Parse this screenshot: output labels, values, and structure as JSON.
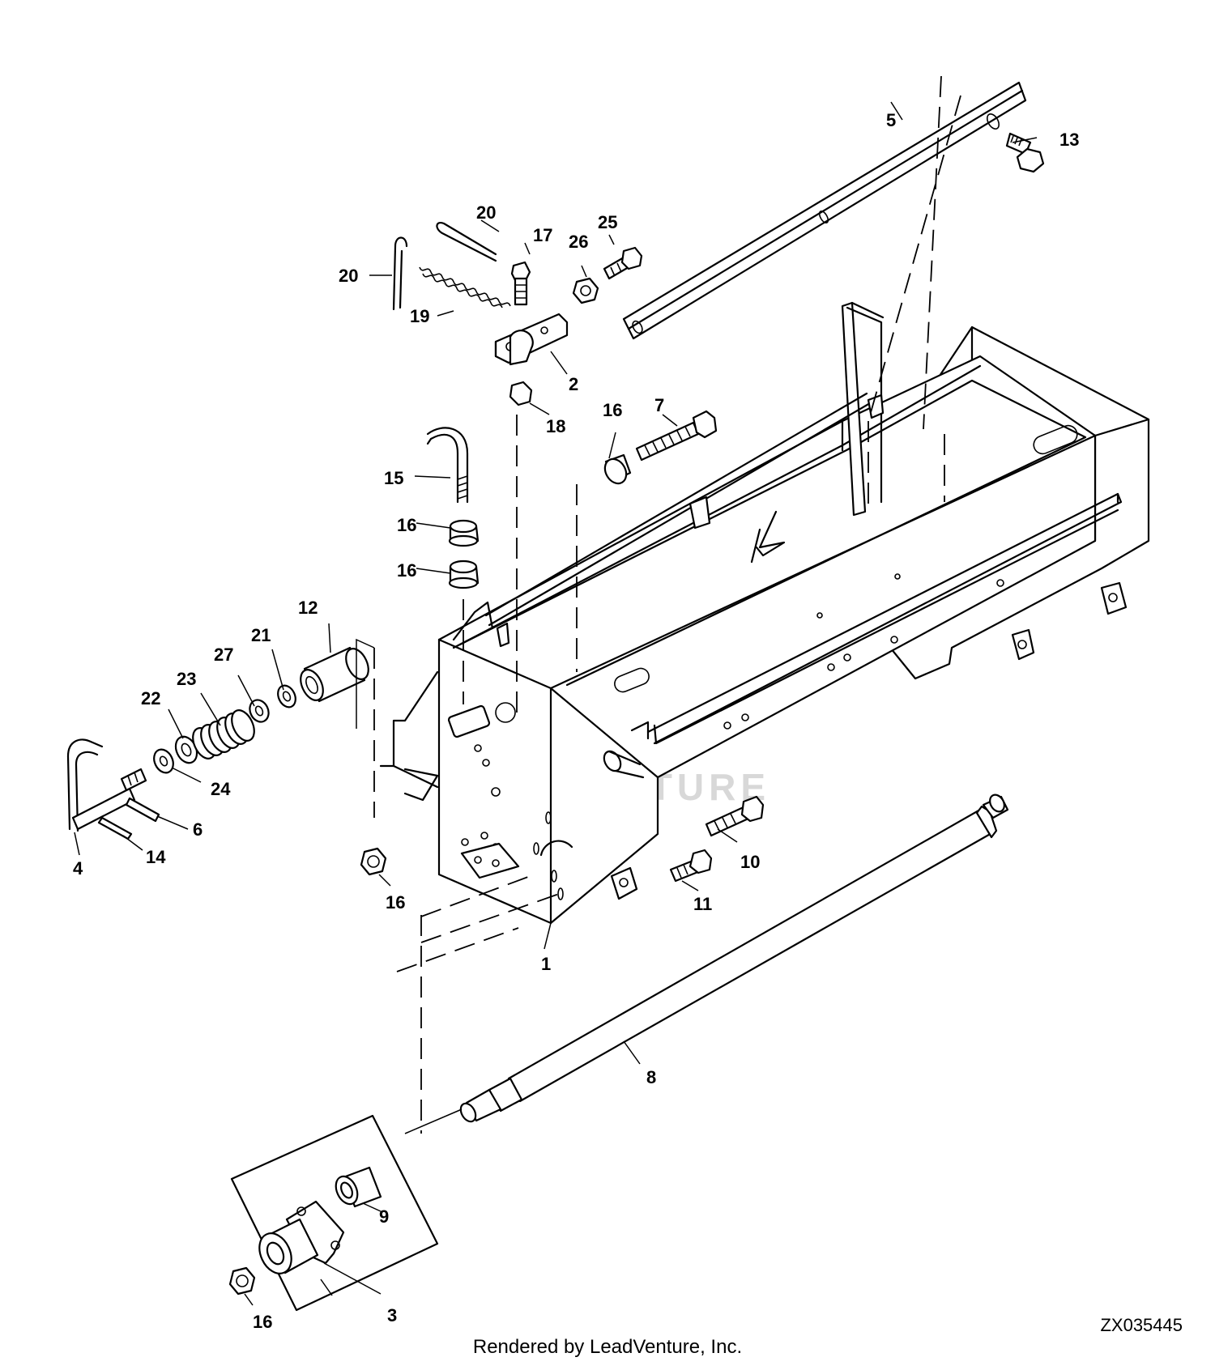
{
  "watermark": "LEADVENTURE",
  "figure_id": "ZX035445",
  "footer": "Rendered by LeadVenture, Inc.",
  "callouts": [
    "1",
    "2",
    "3",
    "4",
    "5",
    "6",
    "7",
    "8",
    "9",
    "10",
    "11",
    "12",
    "13",
    "14",
    "15",
    "16",
    "17",
    "18",
    "19",
    "20",
    "21",
    "22",
    "23",
    "24",
    "25",
    "26",
    "27"
  ]
}
